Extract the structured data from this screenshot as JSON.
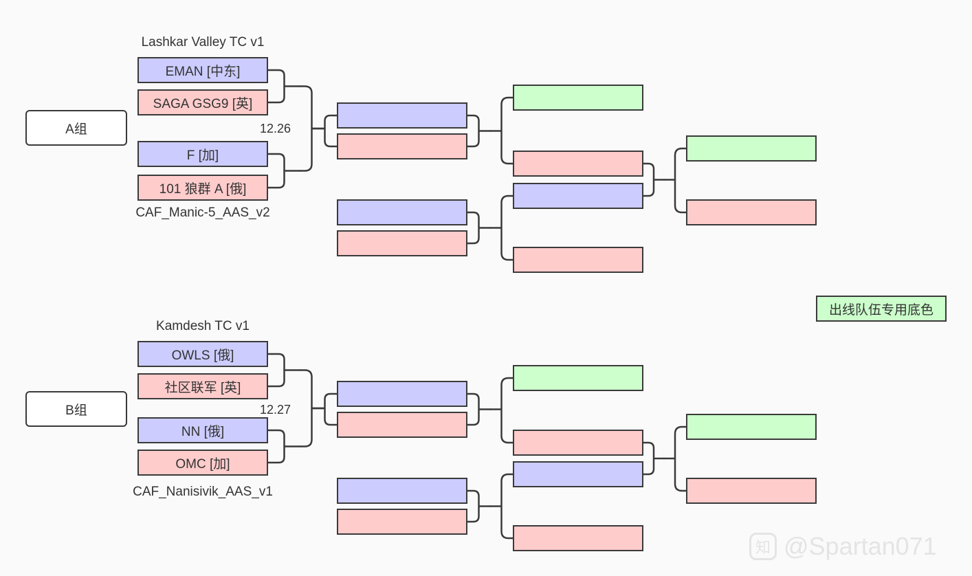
{
  "groups": [
    {
      "name": "A组",
      "map_top": "Lashkar Valley TC v1",
      "map_bottom": "CAF_Manic-5_AAS_v2",
      "date": "12.26",
      "teams": [
        "EMAN [中东]",
        "SAGA GSG9 [英]",
        "F [加]",
        "101 狼群 A [俄]"
      ]
    },
    {
      "name": "B组",
      "map_top": "Kamdesh TC v1",
      "map_bottom": "CAF_Nanisivik_AAS_v1",
      "date": "12.27",
      "teams": [
        "OWLS [俄]",
        "社区联军 [英]",
        "NN [俄]",
        "OMC [加]"
      ]
    }
  ],
  "legend": {
    "label": "出线队伍专用底色",
    "color": "#ccffcc"
  },
  "colors": {
    "blue": "#ccccff",
    "red": "#ffcccc",
    "green": "#ccffcc",
    "line": "#3a3a3a"
  },
  "watermark": {
    "text": "@Spartan071",
    "icon": "zhihu-logo-icon"
  }
}
